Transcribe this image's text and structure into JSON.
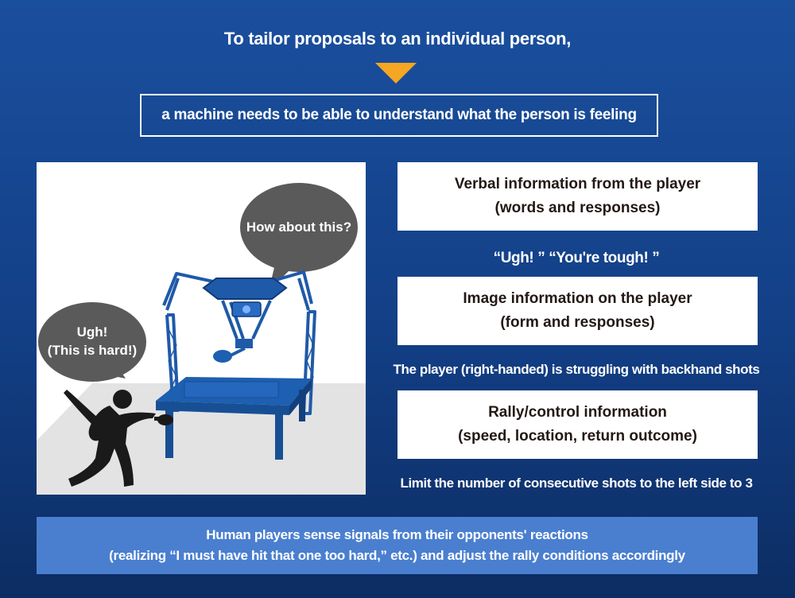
{
  "header": {
    "lead": "To tailor proposals to an individual person,",
    "conclusion": "a machine needs to be able to understand what the person is feeling"
  },
  "scene": {
    "robot_speech": "How about this?",
    "player_speech_line1": "Ugh!",
    "player_speech_line2": "(This is hard!)"
  },
  "info": [
    {
      "title_line1": "Verbal information from the player",
      "title_line2": "(words and responses)",
      "example": "“Ugh!  ” “You're tough!  ”"
    },
    {
      "title_line1": "Image information on the player",
      "title_line2": "(form and responses)",
      "example": "The player (right-handed) is struggling with backhand shots"
    },
    {
      "title_line1": "Rally/control information",
      "title_line2": "(speed, location, return outcome)",
      "example": "Limit the number of consecutive shots to the left side to 3"
    }
  ],
  "footer": {
    "line1": "Human players sense signals from their opponents' reactions",
    "line2": "(realizing “I must have hit that one too hard,” etc.) and adjust the rally conditions accordingly"
  },
  "colors": {
    "background": "#133f86",
    "arrow": "#f5a623",
    "footer_box": "#4a7fd0",
    "robot_blue": "#1f5aa8",
    "table_blue": "#1d5fb0",
    "bubble": "#5a5a5a",
    "silhouette": "#1a1a1a"
  }
}
